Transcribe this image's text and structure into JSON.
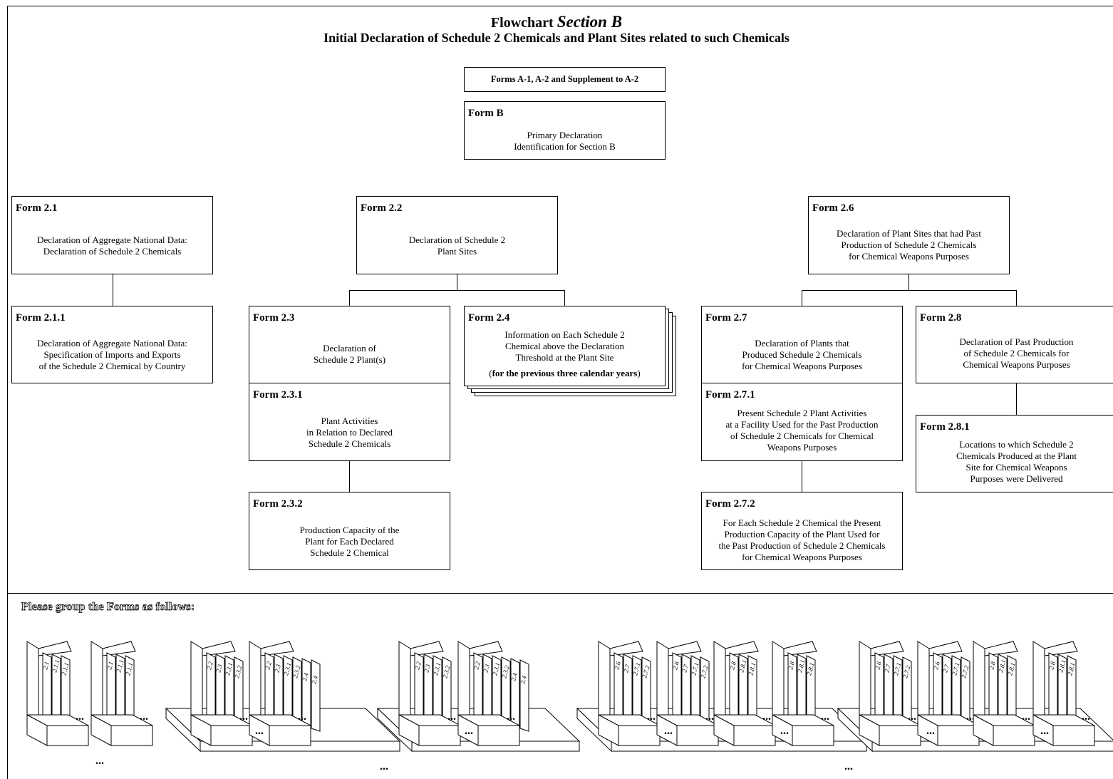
{
  "title": {
    "prefix": "Flowchart",
    "section": "Section B",
    "subtitle": "Initial Declaration of Schedule 2 Chemicals and Plant Sites related to such Chemicals"
  },
  "header_box": {
    "label": "Forms A-1,  A-2 and Supplement to A-2"
  },
  "forms": {
    "form_b": {
      "label": "Form B",
      "desc": "Primary Declaration\nIdentification for Section B"
    },
    "f2_1": {
      "label": "Form 2.1",
      "desc": "Declaration of Aggregate National Data:\nDeclaration of Schedule 2 Chemicals"
    },
    "f2_1_1": {
      "label": "Form 2.1.1",
      "desc": "Declaration of Aggregate National Data:\nSpecification of Imports and Exports\nof the Schedule 2 Chemical by Country"
    },
    "f2_2": {
      "label": "Form 2.2",
      "desc": "Declaration of Schedule 2\nPlant Sites"
    },
    "f2_3": {
      "label": "Form 2.3",
      "desc": "Declaration of\nSchedule 2 Plant(s)"
    },
    "f2_3_1": {
      "label": "Form 2.3.1",
      "desc": "Plant Activities\nin Relation to Declared\nSchedule 2 Chemicals"
    },
    "f2_3_2": {
      "label": "Form 2.3.2",
      "desc": "Production Capacity of the\nPlant for Each Declared\nSchedule 2 Chemical"
    },
    "f2_4": {
      "label": "Form 2.4",
      "desc": "Information on Each Schedule 2\nChemical above the Declaration\nThreshold at the Plant Site",
      "note_open": "(",
      "note_bold": "for the previous three calendar years",
      "note_close": ")"
    },
    "f2_6": {
      "label": "Form 2.6",
      "desc": "Declaration of Plant Sites that had Past\nProduction of Schedule 2 Chemicals\nfor Chemical Weapons Purposes"
    },
    "f2_7": {
      "label": "Form 2.7",
      "desc": "Declaration of Plants that\nProduced Schedule 2 Chemicals\nfor Chemical Weapons Purposes"
    },
    "f2_7_1": {
      "label": "Form 2.7.1",
      "desc": "Present Schedule 2 Plant Activities\nat a Facility Used for the Past Production\nof Schedule 2 Chemicals for Chemical\nWeapons Purposes"
    },
    "f2_7_2": {
      "label": "Form 2.7.2",
      "desc": "For Each Schedule 2 Chemical the Present\nProduction Capacity of the Plant Used for\nthe Past Production of Schedule 2 Chemicals\nfor Chemical Weapons Purposes"
    },
    "f2_8": {
      "label": "Form 2.8",
      "desc": "Declaration of Past Production\nof Schedule 2 Chemicals for\nChemical Weapons Purposes"
    },
    "f2_8_1": {
      "label": "Form 2.8.1",
      "desc": "Locations to which Schedule 2\nChemicals Produced at the Plant\nSite for Chemical Weapons\nPurposes were Delivered"
    }
  },
  "grouping": {
    "label": "Please group the Forms as follows:",
    "ellipsis": "...",
    "group1_folder_tabs": [
      "2.1",
      "2.1.1",
      "2.1.1"
    ],
    "group2_folder_tabs": [
      "2.2",
      "2.3",
      "2.3.1",
      "2.3.2",
      "2.4",
      "2.4"
    ],
    "group3_folder_tabs": [
      "2.6",
      "2.7",
      "2.7.1",
      "2.7.2",
      "2.8",
      "2.8.1",
      "2.8.1"
    ]
  }
}
